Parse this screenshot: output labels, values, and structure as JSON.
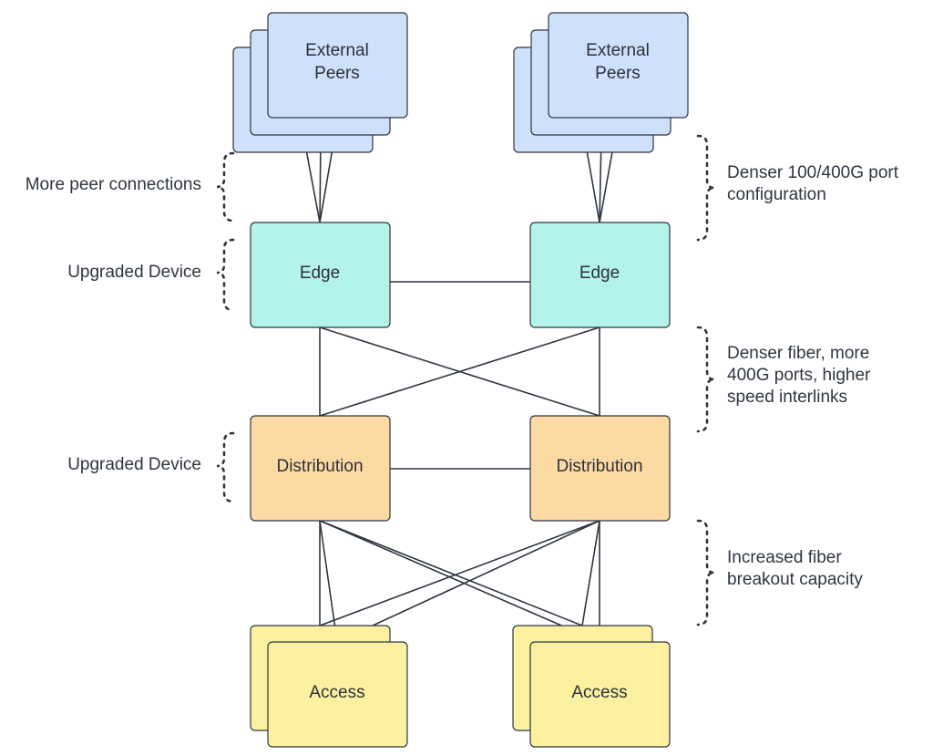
{
  "nodes": {
    "external_peers_left": {
      "label_line1": "External",
      "label_line2": "Peers"
    },
    "external_peers_right": {
      "label_line1": "External",
      "label_line2": "Peers"
    },
    "edge_left": {
      "label": "Edge"
    },
    "edge_right": {
      "label": "Edge"
    },
    "distribution_left": {
      "label": "Distribution"
    },
    "distribution_right": {
      "label": "Distribution"
    },
    "access_left": {
      "label": "Access"
    },
    "access_right": {
      "label": "Access"
    }
  },
  "annotations": {
    "left_peer": "More peer connections",
    "left_edge": "Upgraded Device",
    "left_distribution": "Upgraded Device",
    "right_peer_line1": "Denser 100/400G port",
    "right_peer_line2": "configuration",
    "right_interlink_line1": "Denser fiber, more",
    "right_interlink_line2": "400G ports, higher",
    "right_interlink_line3": "speed interlinks",
    "right_breakout_line1": "Increased fiber",
    "right_breakout_line2": "breakout capacity"
  },
  "colors": {
    "peer_fill": "#cfe0fb",
    "edge_fill": "#b3f3ea",
    "distribution_fill": "#fdd9a3",
    "access_fill": "#fbf1a0",
    "stroke": "#2f3640"
  }
}
